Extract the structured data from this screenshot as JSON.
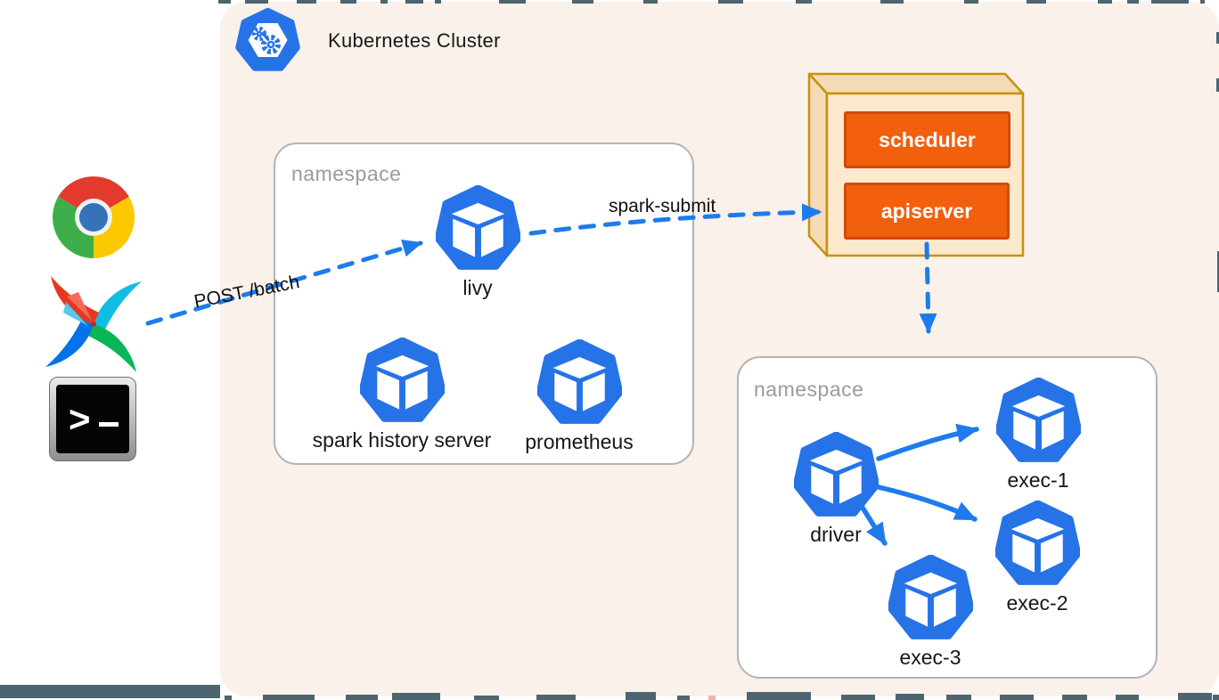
{
  "cluster": {
    "title": "Kubernetes Cluster"
  },
  "clients": {
    "browser": "chrome",
    "workflow": "airflow",
    "shell": "terminal",
    "terminal_prompt": ">"
  },
  "namespaces": [
    {
      "label": "namespace",
      "pods": [
        "livy",
        "spark history server",
        "prometheus"
      ]
    },
    {
      "label": "namespace",
      "pods": [
        "driver",
        "exec-1",
        "exec-2",
        "exec-3"
      ]
    }
  ],
  "control_plane": {
    "components": [
      "scheduler",
      "apiserver"
    ]
  },
  "arrows": {
    "post_batch": "POST /batch",
    "spark_submit": "spark-submit"
  },
  "colors": {
    "pod_blue": "#2673e8",
    "arrow_blue": "#1e7bec",
    "panel_beige": "#f9f1ea",
    "control_box_fill": "#fce8cd",
    "control_box_side": "#f4dab6",
    "control_box_border": "#c6920d",
    "component_orange": "#f2600d",
    "component_border": "#d14a08",
    "namespace_border": "#b3b3b3",
    "namespace_label_gray": "#9b9b9b",
    "edge_slate": "#4d6570"
  }
}
